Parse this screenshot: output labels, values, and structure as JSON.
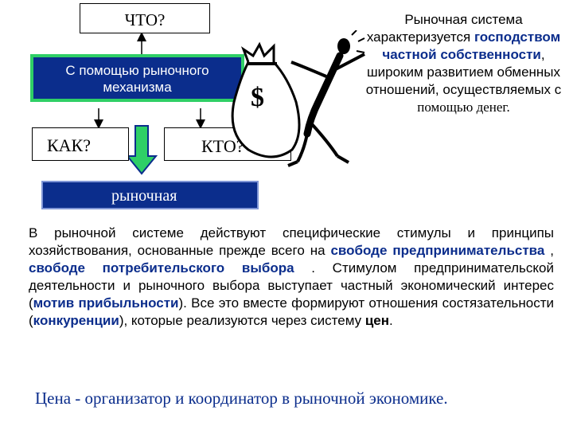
{
  "diagram": {
    "what": "ЧТО?",
    "how": "КАК?",
    "who": "КТО?",
    "mechanism": "С помощью рыночного механизма",
    "market": "рыночная"
  },
  "sidebar": {
    "line1": "Рыночная система характеризуется",
    "highlight": "господством частной собственности",
    "line2": ", широким развитием обменных отношений, осуществляемых с",
    "line3": "помощью денег."
  },
  "body": {
    "p1": "В рыночной системе действуют специфические стимулы и принципы хозяйствования, основанные прежде всего на ",
    "h1": "свободе предпринимательства",
    "p2": " , ",
    "h2": "свободе потребительского выбора",
    "p3": " . Стимулом предпринимательской деятельности и рыночного выбора выступает частный экономический интерес (",
    "h3": "мотив прибыльности",
    "p4": "). Все это вместе формируют отношения состязательности (",
    "h4": "конкуренции",
    "p5": "), которые реализуются через систему ",
    "b1": "цен",
    "p6": "."
  },
  "footer": "Цена - организатор и координатор в рыночной экономике.",
  "colors": {
    "blue": "#0b2d8c",
    "green": "#2fcf66"
  },
  "icons": [
    "moneybag-icon",
    "stick-figure-icon"
  ]
}
